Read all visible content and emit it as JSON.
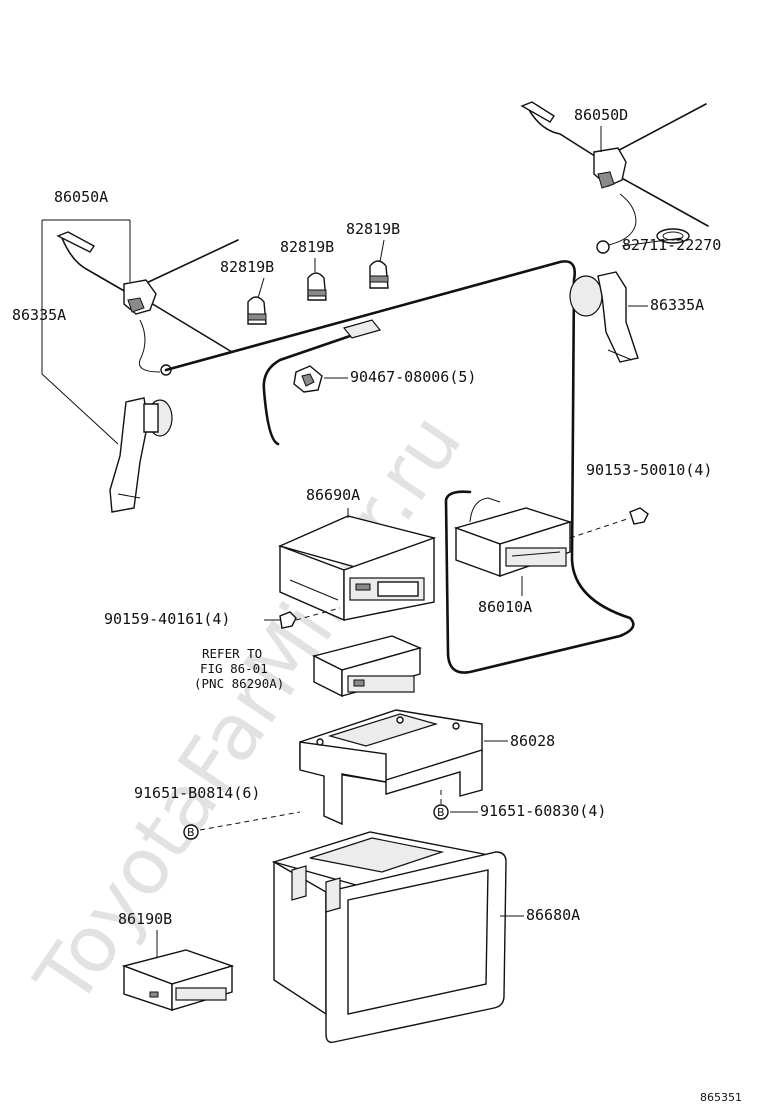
{
  "watermark": "ToyotaFarMiner.ru",
  "diagram_code": "865351",
  "labels": {
    "antenna_left": "86050A",
    "antenna_right": "86050D",
    "bracket_left": "86335A",
    "bracket_right": "86335A",
    "clamp_1": "82819B",
    "clamp_2": "82819B",
    "clamp_3": "82819B",
    "grommet": "82711-22270",
    "clip": "90467-08006(5)",
    "screw_right": "90153-50010(4)",
    "tv_tuner": "86690A",
    "receiver": "86010A",
    "screw_left": "90159-40161(4)",
    "refer_line1": "REFER TO",
    "refer_line2": "FIG 86-01",
    "refer_line3": "(PNC 86290A)",
    "mount_bracket": "86028",
    "bolt_left": "91651-B0814(6)",
    "bolt_right": "91651-60830(4)",
    "bolt_marker": "B",
    "deck": "86190B",
    "monitor": "86680A"
  }
}
